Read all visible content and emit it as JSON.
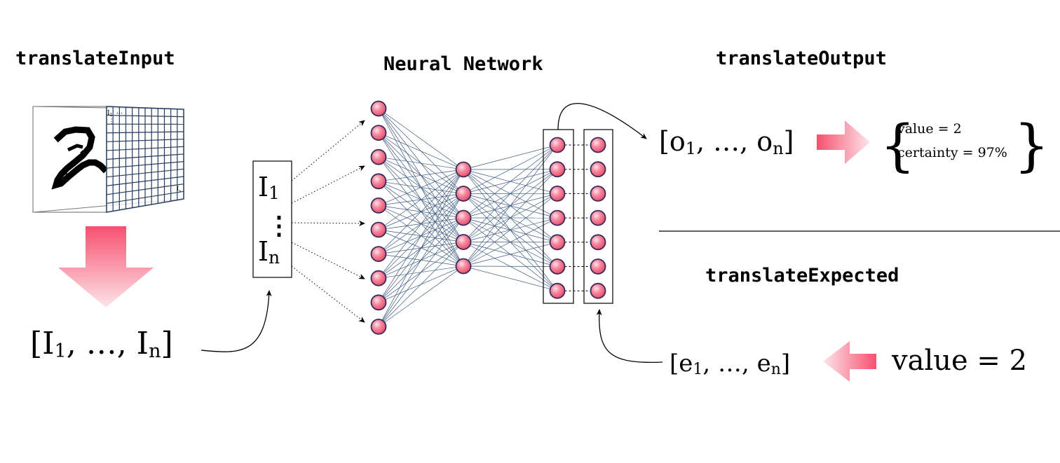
{
  "titles": {
    "input": "translateInput",
    "network": "Neural Network",
    "output": "translateOutput",
    "expected": "translateExpected"
  },
  "grid_labels": {
    "first": "I",
    "first_sub": "1",
    "ellipsis_h": "…",
    "ellipsis_v": "⋮",
    "last": "I",
    "last_sub": "n"
  },
  "input_vector": {
    "open": "[I",
    "sub1": "1",
    "mid": ", …, I",
    "subn": "n",
    "close": "]"
  },
  "input_box": {
    "top": "I",
    "top_sub": "1",
    "dots": "⋮",
    "bottom": "I",
    "bottom_sub": "n"
  },
  "output_vector": {
    "open": "[o",
    "sub1": "1",
    "mid": ", …, o",
    "subn": "n",
    "close": "]"
  },
  "result": {
    "open_brace": "{",
    "line1": "value = 2",
    "line2": "certainty = 97%",
    "close_brace": "}"
  },
  "expected_vector": {
    "open": "[e",
    "sub1": "1",
    "mid": ", …, e",
    "subn": "n",
    "close": "]"
  },
  "expected_value": "value = 2",
  "network": {
    "input_neurons": 10,
    "hidden_neurons": 5,
    "output_neurons": 7,
    "expected_neurons": 7
  },
  "colors": {
    "arrow_pink": "#f7506e",
    "neuron_fill": "#f26d85",
    "neuron_stroke": "#3a2a5a",
    "edge": "#3d5a80",
    "grid": "#243b5e"
  }
}
